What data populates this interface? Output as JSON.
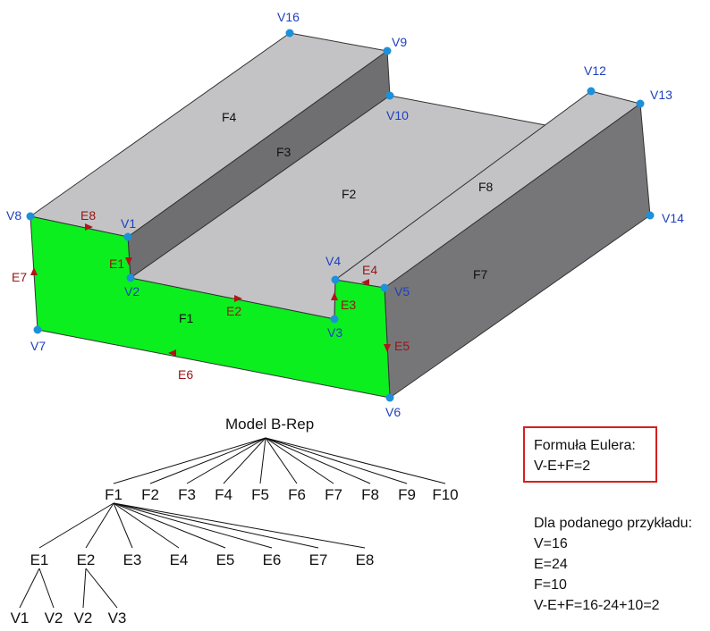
{
  "model": {
    "vertices": [
      "V1",
      "V2",
      "V3",
      "V4",
      "V5",
      "V6",
      "V7",
      "V8",
      "V9",
      "V10",
      "V12",
      "V13",
      "V14",
      "V16"
    ],
    "edges": [
      "E1",
      "E2",
      "E3",
      "E4",
      "E5",
      "E6",
      "E7",
      "E8"
    ],
    "faces": [
      "F1",
      "F2",
      "F3",
      "F4",
      "F7",
      "F8"
    ]
  },
  "tree": {
    "root": "Model B-Rep",
    "faces": [
      "F1",
      "F2",
      "F3",
      "F4",
      "F5",
      "F6",
      "F7",
      "F8",
      "F9",
      "F10"
    ],
    "edges": [
      "E1",
      "E2",
      "E3",
      "E4",
      "E5",
      "E6",
      "E7",
      "E8"
    ],
    "leaf_groups": [
      [
        "V1",
        "V2"
      ],
      [
        "V2",
        "V3"
      ]
    ]
  },
  "euler": {
    "title": "Formuła Eulera:",
    "formula": "V-E+F=2",
    "border_color": "#d42020"
  },
  "example": {
    "heading": "Dla podanego przykładu:",
    "lines": [
      "V=16",
      "E=24",
      "F=10",
      "V-E+F=16-24+10=2"
    ]
  },
  "colors": {
    "front_face": "#0bef1f",
    "top_face": "#c3c3c6",
    "side_face": "#767679",
    "vertex": "#1e90d8",
    "vertex_label": "#1f3fbf",
    "edge_label": "#9a1414"
  }
}
